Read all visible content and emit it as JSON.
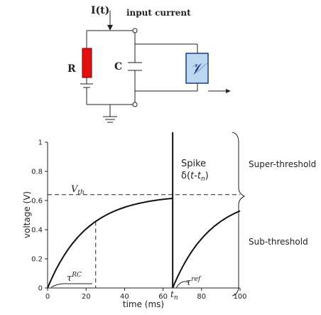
{
  "circuit": {
    "current_label": "I(t)",
    "current_desc": "input current",
    "resistor_label": "R",
    "capacitor_label": "C",
    "voltmeter_symbol": "𝒱"
  },
  "chart_data": {
    "type": "line",
    "xlabel": "time (ms)",
    "ylabel": "voltage (V)",
    "xlim": [
      0,
      100
    ],
    "ylim": [
      0,
      1
    ],
    "x_ticks": [
      0,
      20,
      40,
      60,
      80,
      100
    ],
    "y_ticks": [
      0,
      0.2,
      0.4,
      0.6,
      0.8,
      1
    ],
    "y_tick_labels": [
      "0",
      "0.2",
      "0.4",
      "0.6",
      "0.8",
      "1"
    ],
    "threshold": 0.64,
    "spike_time": 65,
    "rise_curve": {
      "x_start": 0,
      "x_end": 65,
      "v_max": 0.64,
      "tau": 20
    },
    "recovery_curve": {
      "x_start": 65,
      "x_end": 100,
      "v_max": 0.64,
      "tau": 20
    },
    "tau_rc_marker_x": 25,
    "labels": {
      "vth_main": "V",
      "vth_sub": "th",
      "tau_rc_main": "τ",
      "tau_rc_sup": "RC",
      "tau_ref_main": "τ",
      "tau_ref_sup": "ref",
      "tn_main": "t",
      "tn_sub": "n",
      "spike_title": "Spike",
      "spike_formula_pre": "δ(",
      "spike_formula_t": "t",
      "spike_formula_dash": "-",
      "spike_formula_tn": "t",
      "spike_formula_n": "n",
      "spike_formula_post": ")",
      "super_threshold": "Super-threshold",
      "sub_threshold": "Sub-threshold"
    }
  },
  "colors": {
    "resistor": "#e01010",
    "voltmeter_fill": "#bcd8f0",
    "voltmeter_stroke": "#1a3a8a",
    "voltmeter_text": "#1a3a8a"
  }
}
